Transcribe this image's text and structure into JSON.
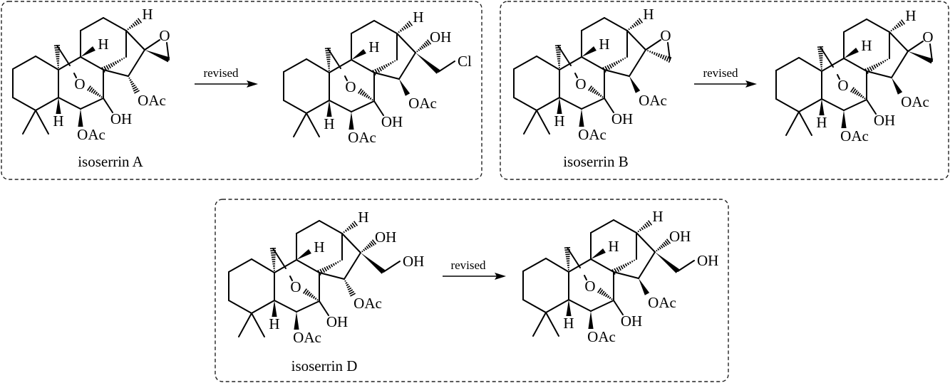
{
  "figure": {
    "type": "chemical-structure-revision-scheme",
    "panels": [
      {
        "id": "A",
        "compound_name": "isoserrin A",
        "arrow_label": "revised",
        "original": {
          "C16_substituent": "spiro-epoxide",
          "C15_OAc_stereo": "hashed",
          "labels": {
            "epoxide_O": "O",
            "H13": "H",
            "H9": "H",
            "H5": "H",
            "bridge_O": "O",
            "OAc15": "OAc",
            "OH7": "OH",
            "OAc6": "OAc"
          }
        },
        "revised": {
          "C16_substituent": "OH / CH2Cl",
          "C15_OAc_stereo": "wedge",
          "labels": {
            "OH16": "OH",
            "Cl": "Cl",
            "H13": "H",
            "H9": "H",
            "H5": "H",
            "bridge_O": "O",
            "OAc15": "OAc",
            "OH7": "OH",
            "OAc6": "OAc"
          }
        }
      },
      {
        "id": "B",
        "compound_name": "isoserrin B",
        "arrow_label": "revised",
        "original": {
          "C16_substituent": "spiro-epoxide (hashed)",
          "C15_OAc_stereo": "wedge",
          "labels": {
            "epoxide_O": "O",
            "H13": "H",
            "H9": "H",
            "H5": "H",
            "bridge_O": "O",
            "OAc15": "OAc",
            "OH7": "OH",
            "OAc6": "OAc"
          }
        },
        "revised": {
          "C16_substituent": "spiro-epoxide (wedge)",
          "C15_OAc_stereo": "wedge",
          "labels": {
            "epoxide_O": "O",
            "H13": "H",
            "H9": "H",
            "H5": "H",
            "bridge_O": "O",
            "OAc15": "OAc",
            "OH7": "OH",
            "OAc6": "OAc"
          }
        }
      },
      {
        "id": "D",
        "compound_name": "isoserrin D",
        "arrow_label": "revised",
        "original": {
          "C16_substituent": "OH / CH2OH",
          "C15_OAc_stereo": "hashed",
          "labels": {
            "OH16": "OH",
            "CH2OH": "OH",
            "H13": "H",
            "H9": "H",
            "H5": "H",
            "bridge_O": "O",
            "OAc15": "OAc",
            "OH7": "OH",
            "OAc6": "OAc"
          }
        },
        "revised": {
          "C16_substituent": "OH / CH2OH",
          "C15_OAc_stereo": "wedge",
          "labels": {
            "OH16": "OH",
            "CH2OH": "OH",
            "H13": "H",
            "H9": "H",
            "H5": "H",
            "bridge_O": "O",
            "OAc15": "OAc",
            "OH7": "OH",
            "OAc6": "OAc"
          }
        }
      }
    ]
  }
}
